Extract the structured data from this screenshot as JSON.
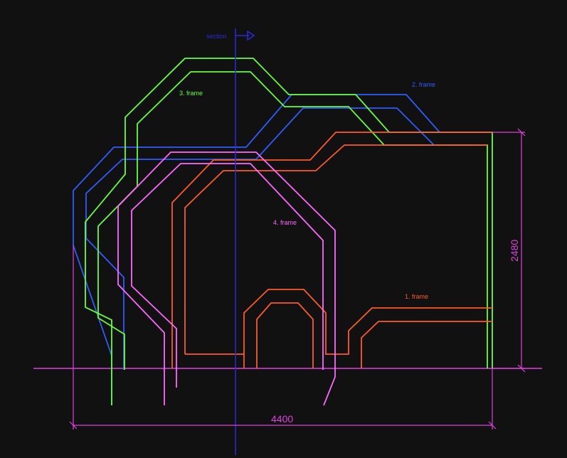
{
  "labels": {
    "section": "section",
    "frame1": "1. frame",
    "frame2": "2. frame",
    "frame3": "3. frame",
    "frame4": "4. frame",
    "width_dim": "4400",
    "height_dim": "2480"
  },
  "colors": {
    "background": "#111111",
    "frame1": "#ff5a1f",
    "frame2": "#2f5cff",
    "frame3": "#66ff33",
    "frame4": "#ff66ff",
    "section": "#2b2bd9",
    "dimension": "#e040e0",
    "ground": "#e040e0"
  }
}
